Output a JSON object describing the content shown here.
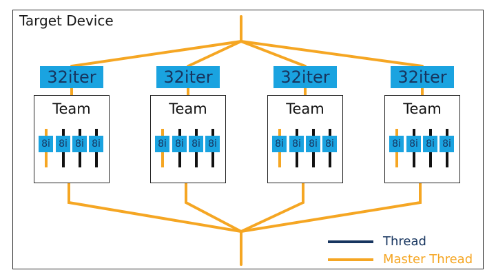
{
  "title": "Target Device",
  "colors": {
    "master": "#f5a623",
    "thread": "#17355f",
    "chunk": "#1aa3e0"
  },
  "teams": [
    {
      "iter_label": "32iter",
      "team_label": "Team",
      "chunks": [
        "8i",
        "8i",
        "8i",
        "8i"
      ]
    },
    {
      "iter_label": "32iter",
      "team_label": "Team",
      "chunks": [
        "8i",
        "8i",
        "8i",
        "8i"
      ]
    },
    {
      "iter_label": "32iter",
      "team_label": "Team",
      "chunks": [
        "8i",
        "8i",
        "8i",
        "8i"
      ]
    },
    {
      "iter_label": "32iter",
      "team_label": "Team",
      "chunks": [
        "8i",
        "8i",
        "8i",
        "8i"
      ]
    }
  ],
  "legend": [
    {
      "label": "Thread",
      "color": "#17355f"
    },
    {
      "label": "Master Thread",
      "color": "#f5a623"
    }
  ]
}
